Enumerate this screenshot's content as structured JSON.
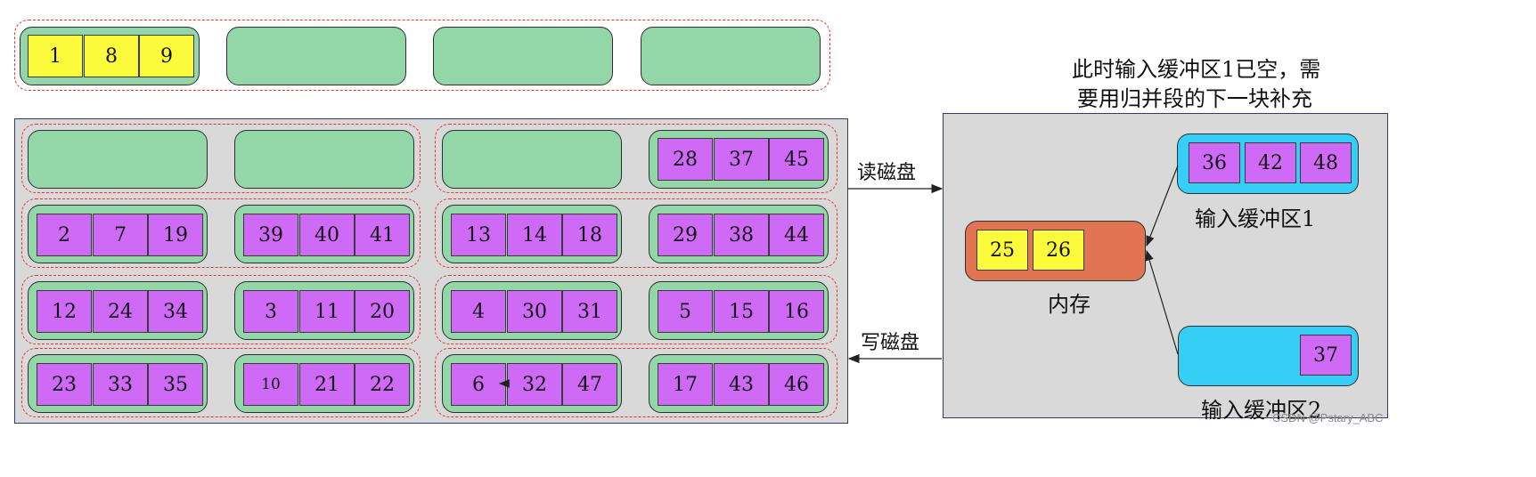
{
  "top_row": {
    "numbers": [
      "1",
      "8",
      "9"
    ]
  },
  "disk": {
    "rows": [
      [
        [],
        [],
        [],
        [
          "28",
          "37",
          "45"
        ]
      ],
      [
        [
          "2",
          "7",
          "19"
        ],
        [
          "39",
          "40",
          "41"
        ],
        [
          "13",
          "14",
          "18"
        ],
        [
          "29",
          "38",
          "44"
        ]
      ],
      [
        [
          "12",
          "24",
          "34"
        ],
        [
          "3",
          "11",
          "20"
        ],
        [
          "4",
          "30",
          "31"
        ],
        [
          "5",
          "15",
          "16"
        ]
      ],
      [
        [
          "23",
          "33",
          "35"
        ],
        [
          "10",
          "21",
          "22"
        ],
        [
          "6",
          "32",
          "47"
        ],
        [
          "17",
          "43",
          "46"
        ]
      ]
    ]
  },
  "arrows": {
    "read_label": "读磁盘",
    "write_label": "写磁盘"
  },
  "memory": {
    "note_line1": "此时输入缓冲区1已空，需",
    "note_line2": "要用归并段的下一块补充",
    "input_buffer_1": {
      "label": "输入缓冲区1",
      "numbers": [
        "36",
        "42",
        "48"
      ]
    },
    "input_buffer_2": {
      "label": "输入缓冲区2",
      "numbers": [
        "37"
      ]
    },
    "output_buffer": {
      "label": "内存",
      "numbers": [
        "25",
        "26"
      ]
    }
  },
  "colors": {
    "green_block": "#93d6a8",
    "yellow_cell": "#fbfb3c",
    "purple_cell": "#cf6af7",
    "blue_buffer": "#36cef5",
    "orange_buffer": "#e07453",
    "dash": "#e8332f",
    "panel": "#d9d9d9"
  },
  "watermark": "CSDN @Pstary_ABC"
}
